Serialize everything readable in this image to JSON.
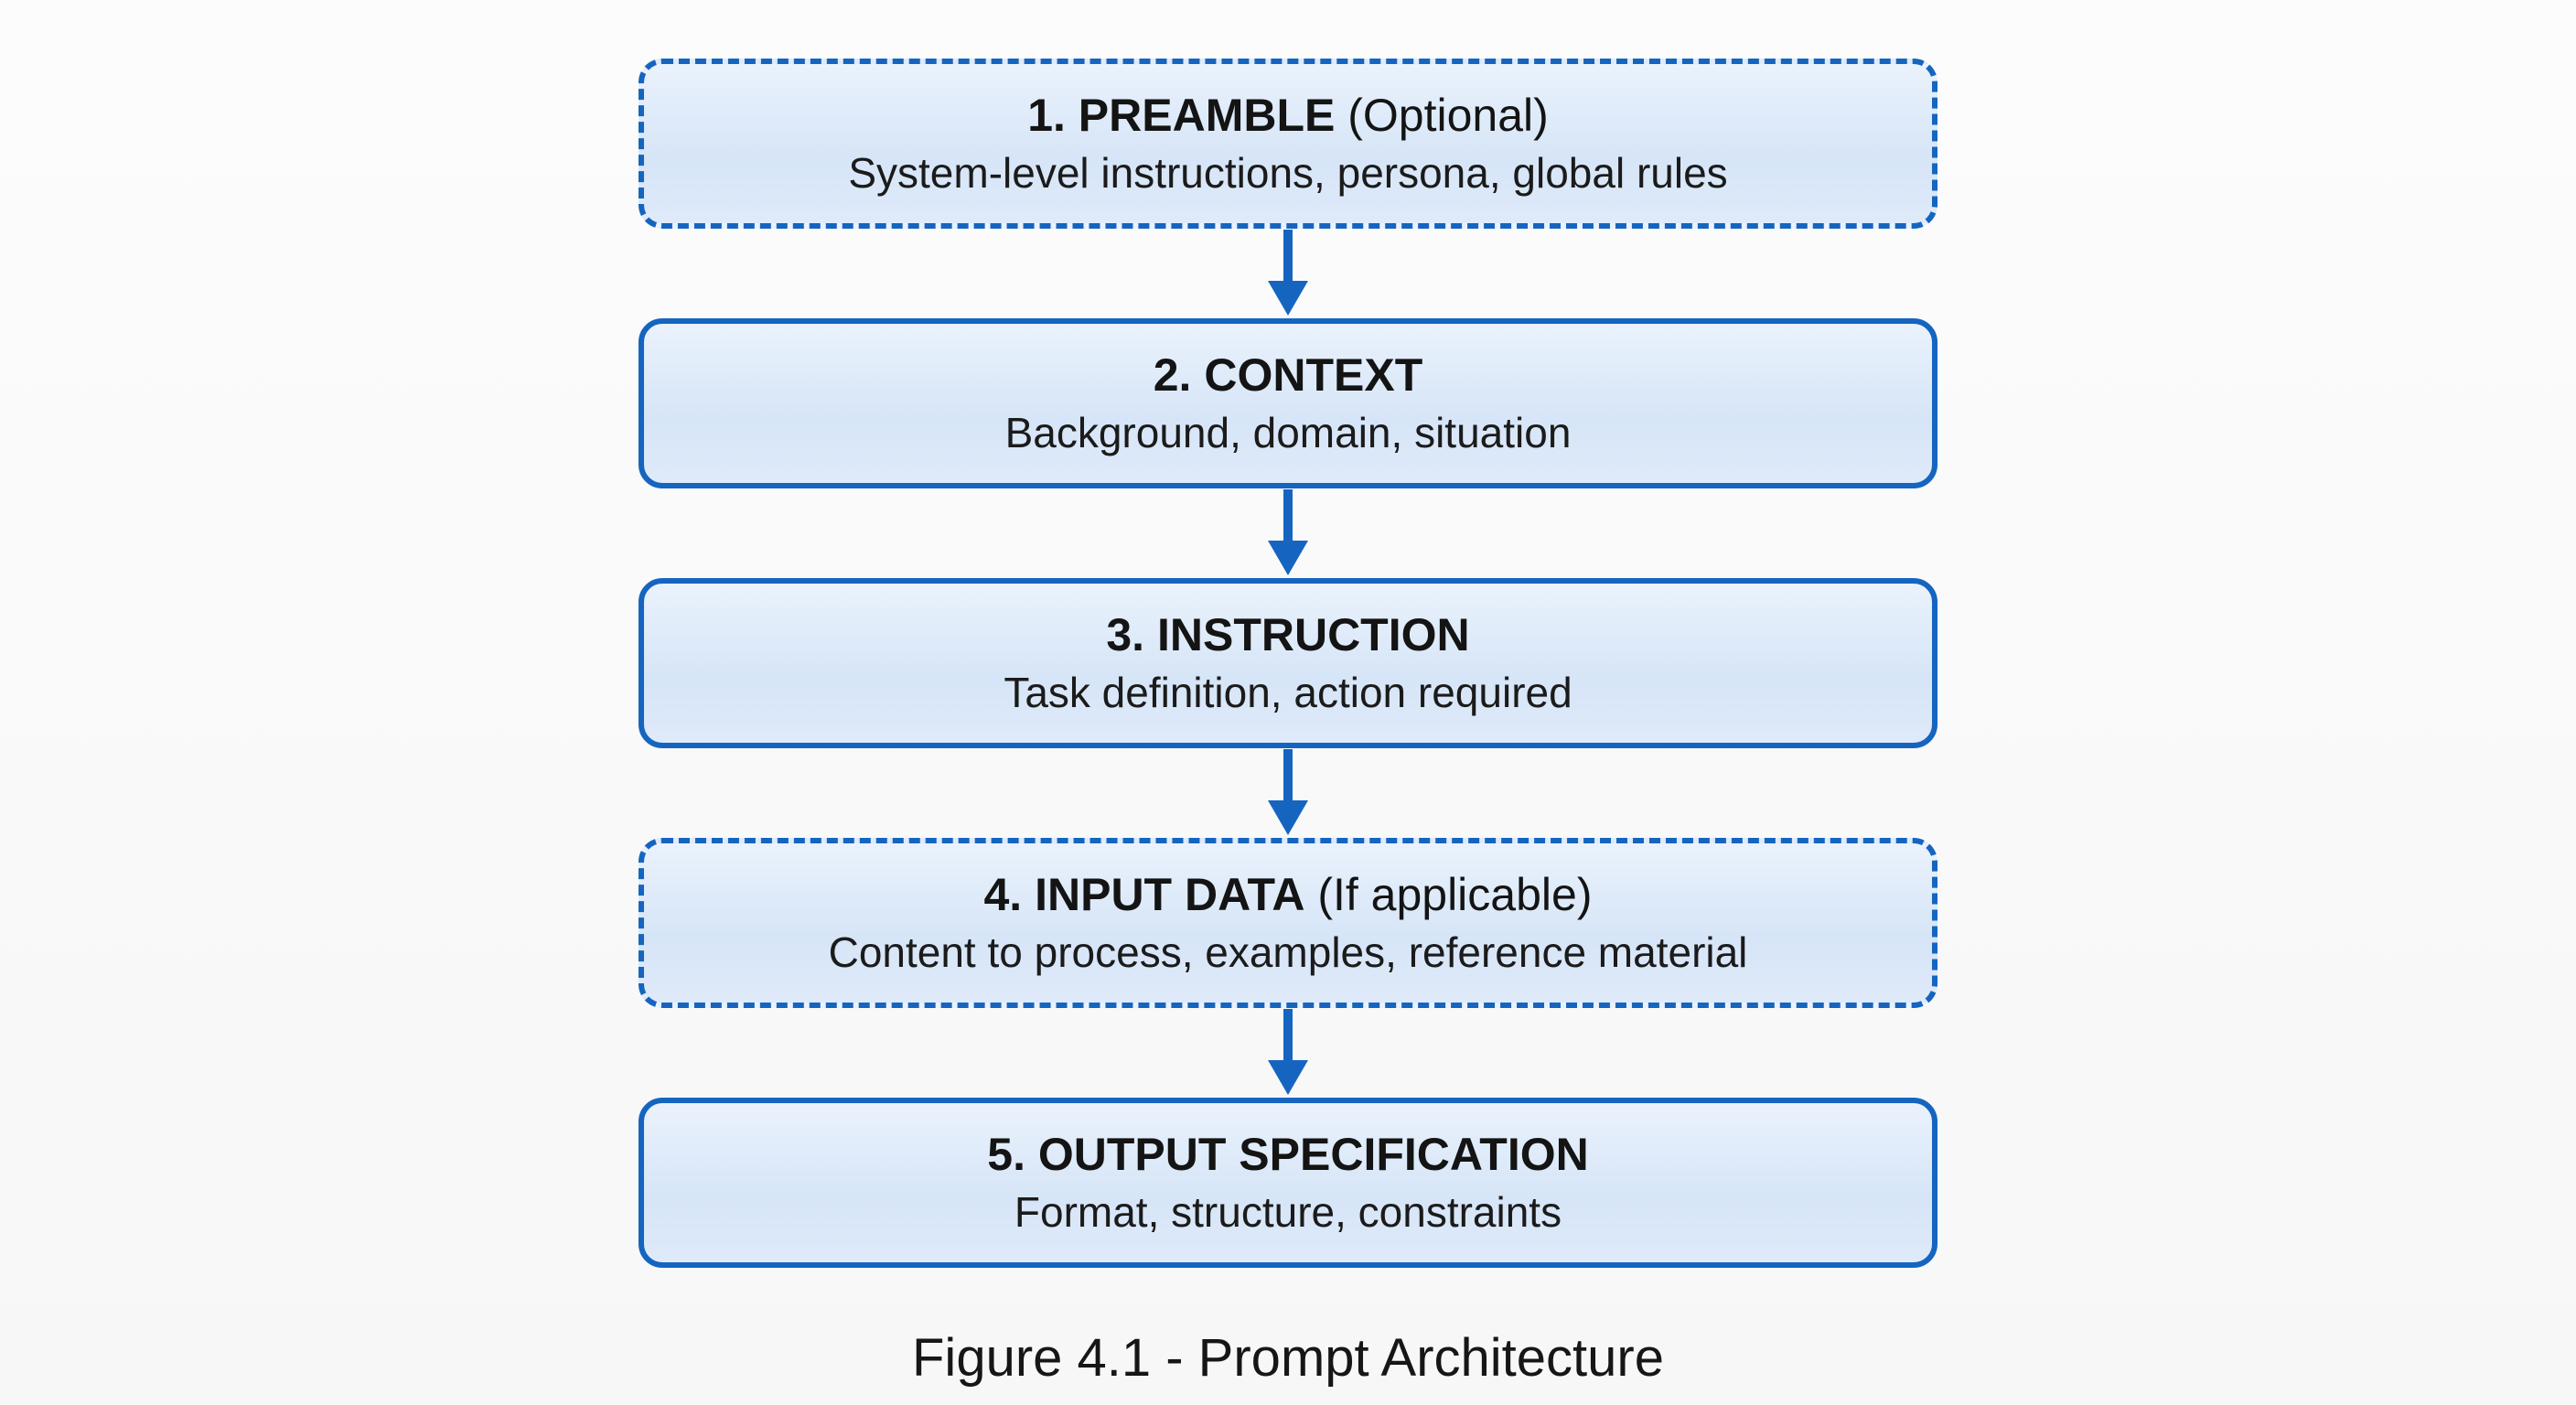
{
  "diagram": {
    "boxes": [
      {
        "title": "1. PREAMBLE",
        "title_suffix": " (Optional)",
        "subtitle": "System-level instructions, persona, global rules",
        "border": "dashed"
      },
      {
        "title": "2. CONTEXT",
        "title_suffix": "",
        "subtitle": "Background, domain, situation",
        "border": "solid"
      },
      {
        "title": "3. INSTRUCTION",
        "title_suffix": "",
        "subtitle": "Task definition, action required",
        "border": "solid"
      },
      {
        "title": "4. INPUT DATA",
        "title_suffix": " (If applicable)",
        "subtitle": "Content to process, examples, reference material",
        "border": "dashed"
      },
      {
        "title": "5. OUTPUT SPECIFICATION",
        "title_suffix": "",
        "subtitle": "Format, structure, constraints",
        "border": "solid"
      }
    ],
    "caption": "Figure 4.1 - Prompt Architecture",
    "colors": {
      "border": "#1565c0",
      "fill_top": "#eaf2fc",
      "fill_bottom": "#d6e5f7",
      "arrow": "#1565c0",
      "text": "#141414"
    }
  }
}
